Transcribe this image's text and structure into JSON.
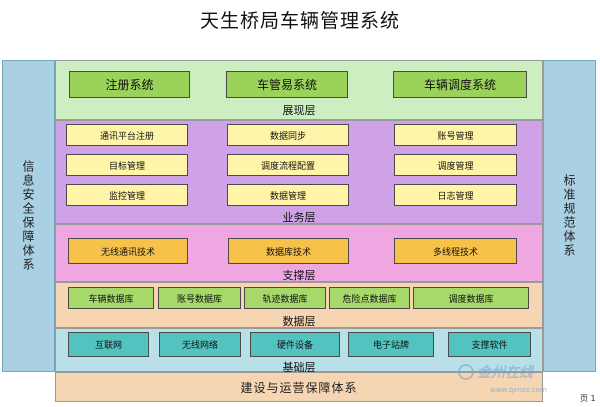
{
  "title": "天生桥局车辆管理系统",
  "left_panel": "信息安全保障体系",
  "right_panel": "标准规范体系",
  "bottom_layer": "建设与运营保障体系",
  "layers": {
    "presentation": {
      "label": "展现层",
      "items": [
        "注册系统",
        "车管易系统",
        "车辆调度系统"
      ]
    },
    "business": {
      "label": "业务层",
      "items": [
        "通讯平台注册",
        "数据同步",
        "账号管理",
        "目标管理",
        "调度流程配置",
        "调度管理",
        "监控管理",
        "数据管理",
        "日志管理"
      ]
    },
    "support": {
      "label": "支撑层",
      "items": [
        "无线通讯技术",
        "数据库技术",
        "多线程技术"
      ]
    },
    "data": {
      "label": "数据层",
      "items": [
        "车辆数据库",
        "账号数据库",
        "轨迹数据库",
        "危险点数据库",
        "调度数据库"
      ]
    },
    "base": {
      "label": "基础层",
      "items": [
        "互联网",
        "无线网络",
        "硬件设备",
        "电子站牌",
        "支撑软件"
      ]
    }
  },
  "watermark": {
    "text": "金州在线",
    "sub": "www.qxnzx.com"
  },
  "page_label": "页 1"
}
